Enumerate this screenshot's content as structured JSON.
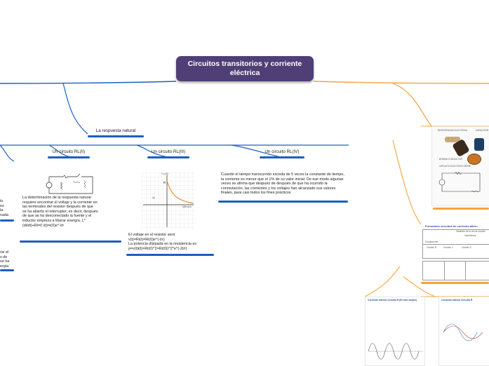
{
  "title": "Circuitos transitorios y corriente eléctrica",
  "natural": {
    "label": "La respuesta natural"
  },
  "rl2": {
    "label": "Un circuito RL(II)",
    "text": "La determinación de la respuesta natural requiere encontrar el voltaje y la corriente en las terminales del resistor después de que se ha abierto el interruptor, es decir, después de que se ha desconectado la fuente y el inductor empieza a liberar energía. L*(di/dt)+Ri=0      i(t)=i(0)e^-t/r"
  },
  "rl3": {
    "label": "Un circuito RL(III)",
    "text": "El voltaje en el resistor será\n   v(t)=Ri(t)=Ri(0)e^(-t/r)\nLa potencia disipada en la resistencia es\np=v(t)i(t)=Ri(0)^2=Ri(0))^2*e^(-2t/r)"
  },
  "rl4": {
    "label": "Un circuito RL(IV)",
    "text": "Cuando el tiempo transcurrido exceda de 5 veces la constante de tiempo, la corriente es menor que el 1% de su valor inicial. De ese modo algunas veces se afirma que después de después de que ha ocurrido la conmutación, las corrientes y los voltajes han alcanzado sus valores finales, para casi todos los fines prácticos."
  },
  "left_partial": {
    "top": [
      "lo",
      "es",
      "ta",
      "nada"
    ],
    "bottom": [
      "rar el",
      "s de",
      "se ha",
      "ergía"
    ]
  },
  "graph": {
    "y_label": "V (v(t))",
    "i_label": "i(t)",
    "r_label": "R",
    "x_label": "t(tiempo)"
  },
  "right_images": {
    "components_top": [
      "RESISTENCIAS ELECTRICA",
      "CAPACITOR",
      "BOBINA O INDUCTOR",
      "CIRCUITO ELECTRICO SERIE"
    ],
    "formulario_title": "Formulario circuitos de corriente altern",
    "formulario_sub": [
      "Variables de la red de circuito",
      "Impedancia",
      "Componente",
      "Circuito R",
      "Circuito L",
      "Circuito C"
    ],
    "ac_title_1": "Corriente alterna  Circuito R (El más simple)",
    "ac_title_2": "Corriente alterna  Circuito R"
  },
  "colors": {
    "title_bg": "#4f3f76",
    "branch_blue": "#1b5fc1",
    "orange": "#f4a43a"
  }
}
